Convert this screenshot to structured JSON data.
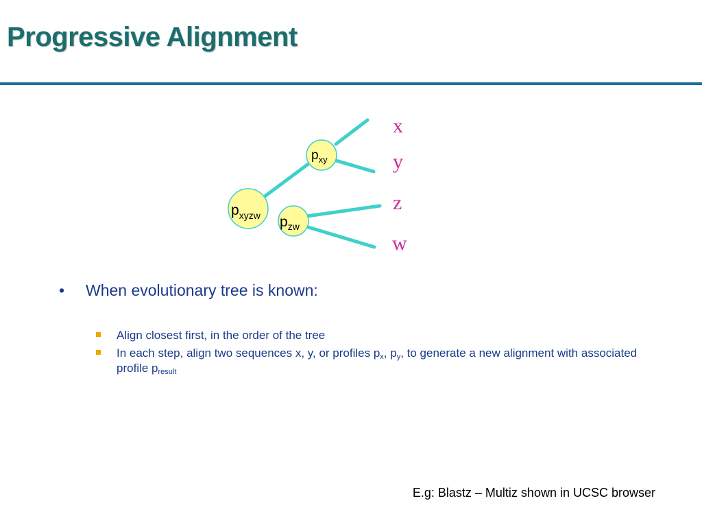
{
  "title": "Progressive Alignment",
  "colors": {
    "title": "#1b6e6e",
    "rule": "#1c6f96",
    "edge": "#40d0cc",
    "node_fill": "#fffb9a",
    "node_stroke": "#40d0cc",
    "leaf": "#cc2a9a",
    "bullet_text": "#1a3a8a",
    "sub_bullet_marker": "#f0a500"
  },
  "tree": {
    "nodes": {
      "root": {
        "base": "p",
        "sub": "xyzw"
      },
      "xy": {
        "base": "p",
        "sub": "xy"
      },
      "zw": {
        "base": "p",
        "sub": "zw"
      }
    },
    "leaves": [
      "x",
      "y",
      "z",
      "w"
    ]
  },
  "bullets": {
    "main": {
      "marker": "•",
      "text": "When evolutionary tree is known:"
    },
    "sub": [
      {
        "text": "Align closest first, in the order of the tree"
      },
      {
        "parts": {
          "a": "In each step, align two sequences x, y, or profiles p",
          "a_sub": "x",
          "b": ", p",
          "b_sub": "y",
          "c": ", to generate a new alignment with associated profile p",
          "c_sub": "result"
        }
      }
    ]
  },
  "footer": "E.g: Blastz – Multiz shown in UCSC browser"
}
